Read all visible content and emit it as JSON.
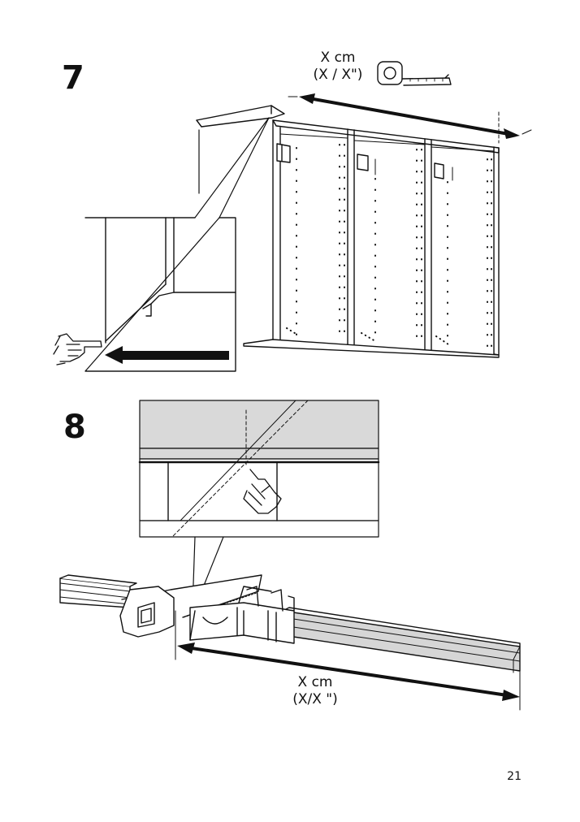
{
  "steps": [
    {
      "number": "7",
      "dimension": {
        "line1": "X cm",
        "line2": "(X / X\")"
      }
    },
    {
      "number": "8",
      "dimension": {
        "line1": "X cm",
        "line2": "(X/X  \")"
      }
    }
  ],
  "page_number": "21",
  "icons": [
    "tape-measure-icon",
    "pointing-hand-icon",
    "saw-icon",
    "miter-box-icon"
  ]
}
